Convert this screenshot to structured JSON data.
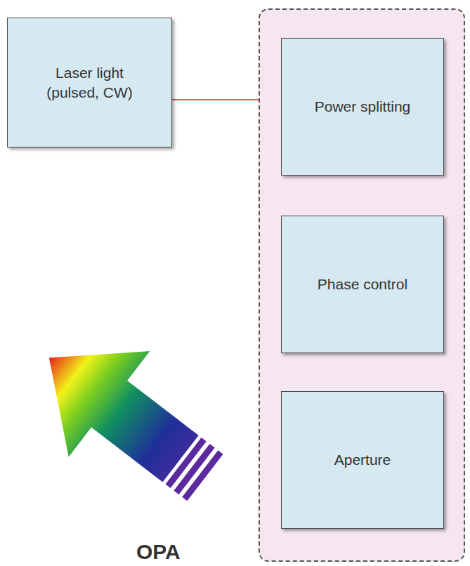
{
  "diagram": {
    "nodes": [
      {
        "text": [
          "Laser light (pulsed, CW)"
        ]
      },
      {
        "text": [
          "OPA"
        ]
      },
      {
        "text": [
          "Power splitting"
        ],
        "in": 1
      },
      {
        "text": [
          "Phase control"
        ],
        "in": 1
      },
      {
        "text": [
          "Aperture"
        ],
        "in": 1
      }
    ],
    "edges": [
      {
        "from": 0,
        "to": 2,
        "arrow": "to"
      },
      {
        "from": 2,
        "to": 3,
        "arrow": "to"
      },
      {
        "from": 3,
        "to": 4,
        "arrow": "to"
      }
    ]
  }
}
